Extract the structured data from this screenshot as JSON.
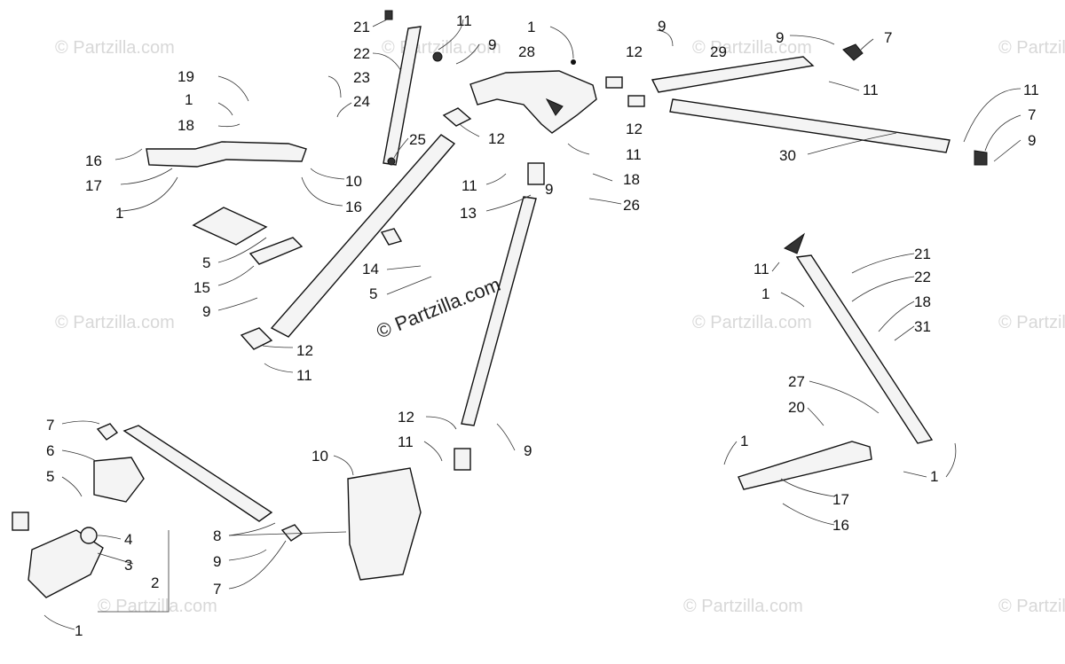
{
  "watermarks": {
    "tile_text": "© Partzilla.com",
    "center_text": "© Partzilla.com"
  },
  "callouts": [
    {
      "id": "c21a",
      "text": "21"
    },
    {
      "id": "c11a",
      "text": "11"
    },
    {
      "id": "c1a",
      "text": "1"
    },
    {
      "id": "c9a",
      "text": "9"
    },
    {
      "id": "c9b",
      "text": "9"
    },
    {
      "id": "c7a",
      "text": "7"
    },
    {
      "id": "c22a",
      "text": "22"
    },
    {
      "id": "c9c",
      "text": "9"
    },
    {
      "id": "c28",
      "text": "28"
    },
    {
      "id": "c12a",
      "text": "12"
    },
    {
      "id": "c29",
      "text": "29"
    },
    {
      "id": "c19",
      "text": "19"
    },
    {
      "id": "c23",
      "text": "23"
    },
    {
      "id": "c11b",
      "text": "11"
    },
    {
      "id": "c11c",
      "text": "11"
    },
    {
      "id": "c1b",
      "text": "1"
    },
    {
      "id": "c24",
      "text": "24"
    },
    {
      "id": "c7b",
      "text": "7"
    },
    {
      "id": "c18a",
      "text": "18"
    },
    {
      "id": "c12b",
      "text": "12"
    },
    {
      "id": "c25",
      "text": "25"
    },
    {
      "id": "c12c",
      "text": "12"
    },
    {
      "id": "c11d",
      "text": "11"
    },
    {
      "id": "c9d",
      "text": "9"
    },
    {
      "id": "c16a",
      "text": "16"
    },
    {
      "id": "c30",
      "text": "30"
    },
    {
      "id": "c10a",
      "text": "10"
    },
    {
      "id": "c17a",
      "text": "17"
    },
    {
      "id": "c11e",
      "text": "11"
    },
    {
      "id": "c9e",
      "text": "9"
    },
    {
      "id": "c18b",
      "text": "18"
    },
    {
      "id": "c16b",
      "text": "16"
    },
    {
      "id": "c1c",
      "text": "1"
    },
    {
      "id": "c13",
      "text": "13"
    },
    {
      "id": "c26",
      "text": "26"
    },
    {
      "id": "c5a",
      "text": "5"
    },
    {
      "id": "c21b",
      "text": "21"
    },
    {
      "id": "c14",
      "text": "14"
    },
    {
      "id": "c11f",
      "text": "11"
    },
    {
      "id": "c22b",
      "text": "22"
    },
    {
      "id": "c15",
      "text": "15"
    },
    {
      "id": "c5b",
      "text": "5"
    },
    {
      "id": "c1d",
      "text": "1"
    },
    {
      "id": "c18c",
      "text": "18"
    },
    {
      "id": "c9f",
      "text": "9"
    },
    {
      "id": "c31",
      "text": "31"
    },
    {
      "id": "c12d",
      "text": "12"
    },
    {
      "id": "c11g",
      "text": "11"
    },
    {
      "id": "c27",
      "text": "27"
    },
    {
      "id": "c20",
      "text": "20"
    },
    {
      "id": "c12e",
      "text": "12"
    },
    {
      "id": "c7c",
      "text": "7"
    },
    {
      "id": "c11h",
      "text": "11"
    },
    {
      "id": "c9g",
      "text": "9"
    },
    {
      "id": "c6",
      "text": "6"
    },
    {
      "id": "c10b",
      "text": "10"
    },
    {
      "id": "c1e",
      "text": "1"
    },
    {
      "id": "c1f",
      "text": "1"
    },
    {
      "id": "c5c",
      "text": "5"
    },
    {
      "id": "c17b",
      "text": "17"
    },
    {
      "id": "c4",
      "text": "4"
    },
    {
      "id": "c16c",
      "text": "16"
    },
    {
      "id": "c8",
      "text": "8"
    },
    {
      "id": "c3",
      "text": "3"
    },
    {
      "id": "c9h",
      "text": "9"
    },
    {
      "id": "c2",
      "text": "2"
    },
    {
      "id": "c7d",
      "text": "7"
    },
    {
      "id": "c1g",
      "text": "1"
    }
  ]
}
